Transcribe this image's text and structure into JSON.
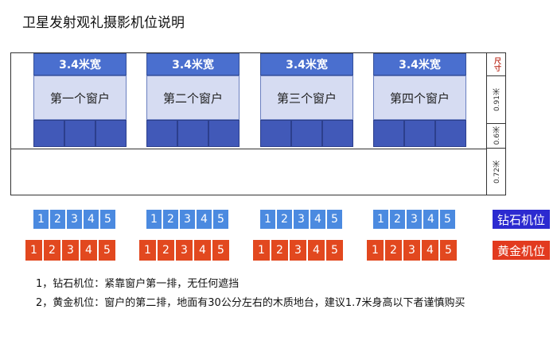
{
  "title": "卫星发射观礼摄影机位说明",
  "windows": [
    {
      "width_label": "3.4米宽",
      "name": "第一个窗户"
    },
    {
      "width_label": "3.4米宽",
      "name": "第二个窗户"
    },
    {
      "width_label": "3.4米宽",
      "name": "第三个窗户"
    },
    {
      "width_label": "3.4米宽",
      "name": "第四个窗户"
    }
  ],
  "size_column": {
    "header": "尺寸",
    "values": [
      "0.91米",
      "0.6米",
      "0.72米"
    ]
  },
  "diamond_seats": [
    "1",
    "2",
    "3",
    "4",
    "5"
  ],
  "gold_seats": [
    "1",
    "2",
    "3",
    "4",
    "5"
  ],
  "diamond_label": "钻石机位",
  "gold_label": "黄金机位",
  "notes": [
    "1，钻石机位：紧靠窗户第一排，无任何遮挡",
    "2，黄金机位：窗户的第二排，地面有30公分左右的木质地台，建议1.7米身高以下者谨慎购买"
  ],
  "colors": {
    "window_header": "#4a6fcf",
    "window_body": "#d6dcf2",
    "window_pane": "#4159b8",
    "diamond_seat": "#4b8ae0",
    "gold_seat": "#e2481f",
    "diamond_badge": "#2c2ad0",
    "gold_badge": "#e23a1f",
    "size_header": "#c0392b"
  }
}
